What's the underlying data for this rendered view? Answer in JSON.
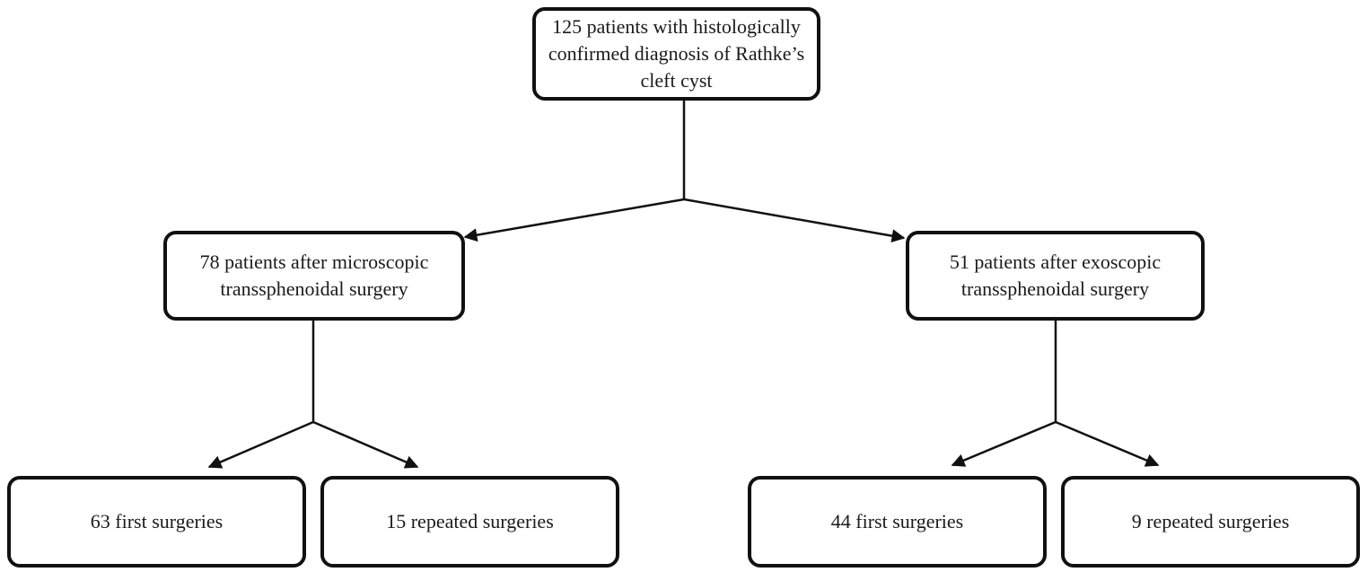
{
  "root": {
    "text": "125 patients with histologically confirmed diagnosis of Rathke’s cleft cyst"
  },
  "branches": {
    "microscopic": {
      "text": "78 patients after microscopic transsphenoidal surgery",
      "first": "63 first surgeries",
      "repeated": "15 repeated surgeries"
    },
    "exoscopic": {
      "text": "51 patients after exoscopic transsphenoidal surgery",
      "first": "44 first surgeries",
      "repeated": "9 repeated surgeries"
    }
  },
  "colors": {
    "line": "#111111",
    "box_border": "#111111",
    "text": "#1a1a1a",
    "background": "#ffffff"
  }
}
